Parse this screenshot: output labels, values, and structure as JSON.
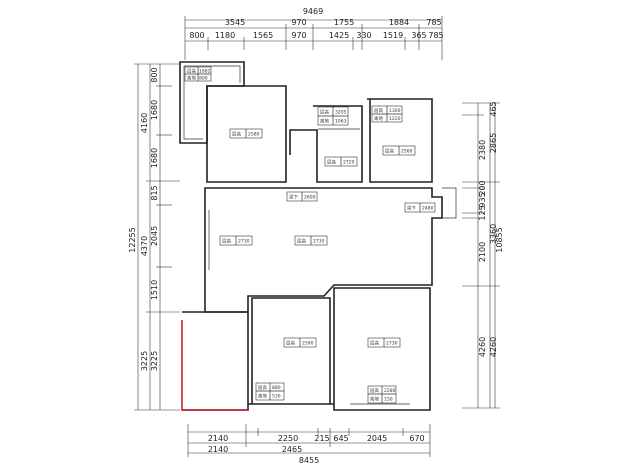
{
  "top_dimensions": {
    "overall": "9469",
    "row1": [
      "3545",
      "970",
      "1755",
      "1884",
      "785"
    ],
    "row2": [
      "800",
      "1180",
      "1565",
      "970",
      "1425",
      "330",
      "1519",
      "365",
      "785"
    ]
  },
  "bottom_dimensions": {
    "row1": [
      "2140",
      "2250",
      "215",
      "645",
      "2045",
      "670"
    ],
    "row2": [
      "2140",
      "2465"
    ],
    "overall": "8455"
  },
  "left_dimensions": {
    "overall": "12255",
    "col1": [
      "4160",
      "4370",
      "3225"
    ],
    "col2": [
      "800",
      "1680",
      "1680",
      "815",
      "2045",
      "1510",
      "3225"
    ]
  },
  "right_dimensions": {
    "overall": "10855",
    "col1": [
      "465",
      "2380",
      "200",
      "125",
      "935",
      "2100",
      "4260"
    ],
    "col2": [
      "2865",
      "3360",
      "4260"
    ]
  },
  "room_tags": {
    "small_room_tl": [
      {
        "label": "层高",
        "value": "1882"
      },
      {
        "label": "离地",
        "value": "800"
      }
    ],
    "bedroom_top": [
      {
        "label": "层高",
        "value": "2580"
      }
    ],
    "wc_tags": [
      {
        "label": "层高",
        "value": "3205"
      },
      {
        "label": "离地",
        "value": "1063"
      }
    ],
    "wc_ceiling": [
      {
        "label": "层高",
        "value": "2720"
      }
    ],
    "right_small_tags": [
      {
        "label": "层高",
        "value": "1300"
      },
      {
        "label": "离地",
        "value": "1220"
      }
    ],
    "right_small_ceiling": [
      {
        "label": "层高",
        "value": "2560"
      }
    ],
    "beam_left": [
      {
        "label": "梁下",
        "value": "2600"
      }
    ],
    "beam_right": [
      {
        "label": "梁下",
        "value": "2480"
      }
    ],
    "living_left": [
      {
        "label": "层高",
        "value": "2730"
      }
    ],
    "living_center": [
      {
        "label": "层高",
        "value": "2730"
      }
    ],
    "bedroom_middle": [
      {
        "label": "层高",
        "value": "2590"
      }
    ],
    "bedroom_middle_window": [
      {
        "label": "层高",
        "value": "880"
      },
      {
        "label": "离地",
        "value": "530"
      }
    ],
    "bedroom_right": [
      {
        "label": "层高",
        "value": "2730"
      }
    ],
    "bedroom_right_window": [
      {
        "label": "层高",
        "value": "2280"
      },
      {
        "label": "离地",
        "value": "150"
      }
    ]
  }
}
